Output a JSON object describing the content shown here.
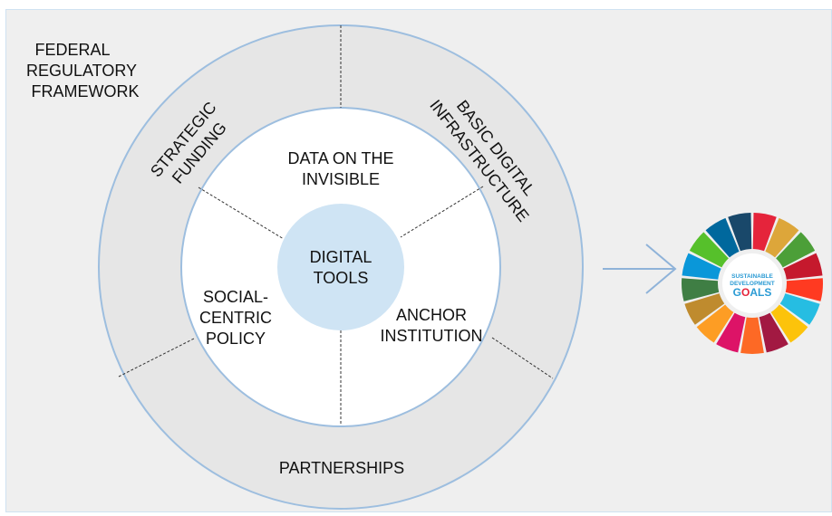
{
  "outer_corner_label": [
    "FEDERAL",
    "REGULATORY",
    "FRAMEWORK"
  ],
  "outer_ring_labels": {
    "strategic_funding": [
      "STRATEGIC",
      "FUNDING"
    ],
    "basic_digital_infrastructure": [
      "BASIC DIGITAL",
      "INFRASTRUCTURE"
    ],
    "partnerships": "PARTNERSHIPS"
  },
  "inner_ring_labels": {
    "data_on_the_invisible": [
      "DATA ON THE",
      "INVISIBLE"
    ],
    "social_centric_policy": [
      "SOCIAL-",
      "CENTRIC",
      "POLICY"
    ],
    "anchor_institution": [
      "ANCHOR",
      "INSTITUTION"
    ]
  },
  "core_label": [
    "DIGITAL",
    "TOOLS"
  ],
  "sdg_logo": {
    "lines": [
      "SUSTAINABLE",
      "DEVELOPMENT",
      "G",
      "ALS"
    ],
    "wheel_colors": [
      "#e5243b",
      "#dda63a",
      "#4c9f38",
      "#c5192d",
      "#ff3a21",
      "#26bde2",
      "#fcc30b",
      "#a21942",
      "#fd6925",
      "#dd1367",
      "#fd9d24",
      "#bf8b2e",
      "#3f7e44",
      "#0a97d9",
      "#56c02b",
      "#00689d",
      "#19486a"
    ]
  },
  "colors": {
    "ring_stroke": "#9dbedf",
    "core_fill": "#cfe4f4",
    "arrow": "#8fb3d9",
    "panel": "#efefef"
  }
}
